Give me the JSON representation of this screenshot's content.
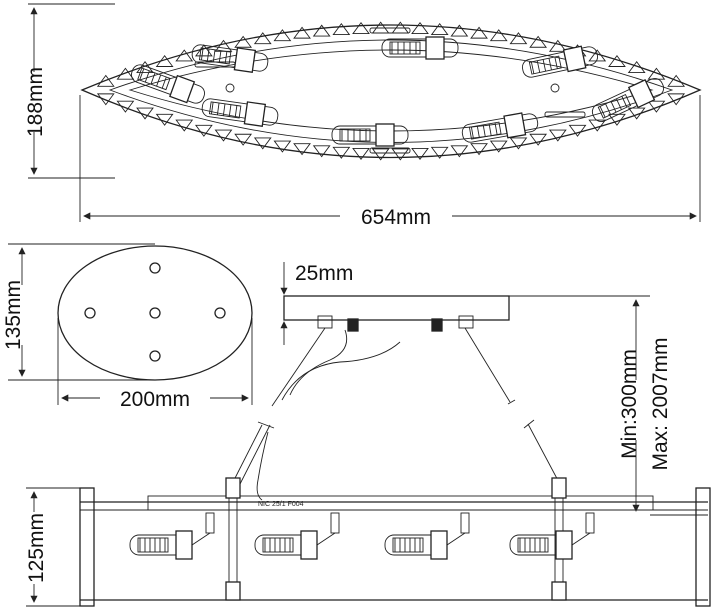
{
  "dimensions": {
    "top_height": "188mm",
    "top_width": "654mm",
    "canopy_height": "135mm",
    "canopy_width": "200mm",
    "canopy_depth": "25mm",
    "drop_min": "Min:300mm",
    "drop_max": "Max: 2007mm",
    "fixture_height": "125mm"
  },
  "small_label": "NIC 25/1 F004"
}
